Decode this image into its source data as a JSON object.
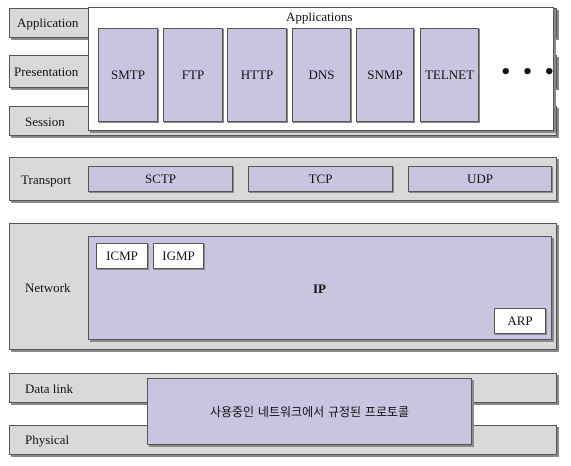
{
  "layers": {
    "application": "Application",
    "presentation": "Presentation",
    "session": "Session",
    "transport": "Transport",
    "network": "Network",
    "data_link": "Data link",
    "physical": "Physical"
  },
  "applications": {
    "title": "Applications",
    "protocols": [
      "SMTP",
      "FTP",
      "HTTP",
      "DNS",
      "SNMP",
      "TELNET"
    ],
    "more": "• • •"
  },
  "transport": {
    "protocols": [
      "SCTP",
      "TCP",
      "UDP"
    ]
  },
  "network": {
    "ip": "IP",
    "icmp": "ICMP",
    "igmp": "IGMP",
    "arp": "ARP"
  },
  "link": {
    "underlying": "사용중인 네트워크에서 규정된 프로토콜"
  },
  "colors": {
    "band_fill": "#d9d9d9",
    "protocol_fill": "#c9c4e0",
    "border": "#555555"
  }
}
